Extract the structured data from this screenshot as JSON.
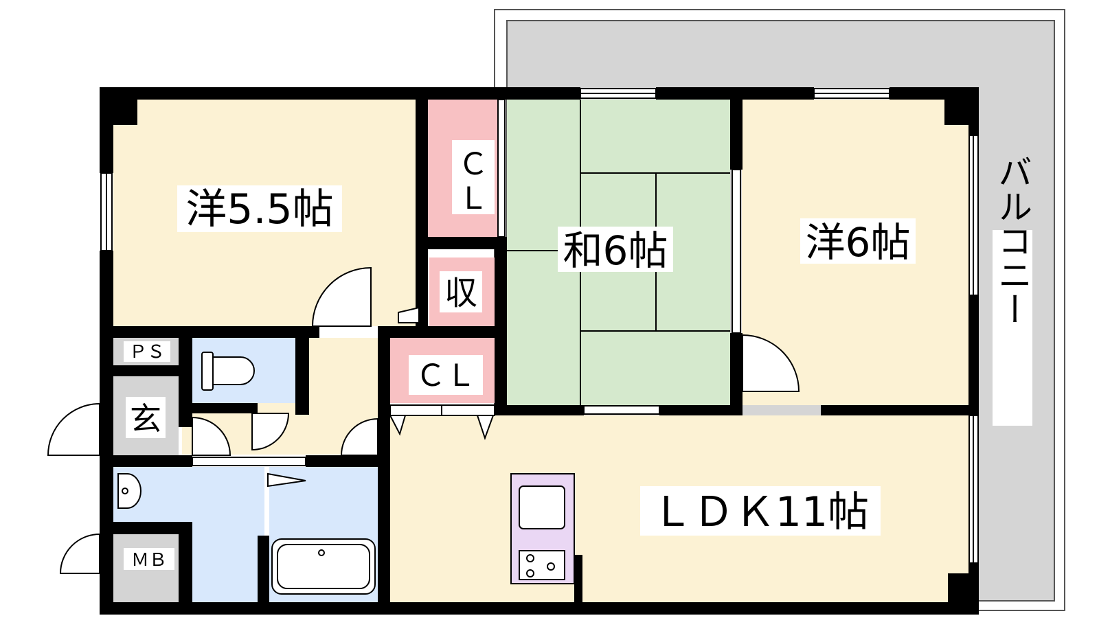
{
  "colors": {
    "western_room": "#fcf2d4",
    "japanese_room": "#d5e9cd",
    "closet": "#f8c1c3",
    "wet_area": "#d8e8fc",
    "utility": "#d4d4d4",
    "kitchen": "#ead7f4",
    "balcony": "#d5d5d5",
    "wall": "#000000"
  },
  "rooms": {
    "west_room_1": "洋5.5帖",
    "japanese_room": "和6帖",
    "west_room_2": "洋6帖",
    "ldk": "ＬＤＫ11帖",
    "balcony": "バルコニー",
    "closet_top_1": "Ｃ",
    "closet_top_2": "Ｌ",
    "storage": "収",
    "closet_mid": "ＣＬ",
    "pipe_space": "ＰＳ",
    "entrance": "玄",
    "meter_box": "ＭＢ"
  },
  "icons": [
    "toilet-icon",
    "washbasin-icon",
    "bathtub-icon",
    "sink-icon",
    "stove-icon"
  ]
}
